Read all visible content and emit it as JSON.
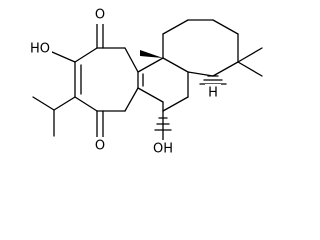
{
  "molecule": {
    "labels": {
      "o_hydroxyl_top": "HO",
      "o_carbonyl_top": "O",
      "o_carbonyl_bottom": "O",
      "o_hydroxyl_bottom": "OH",
      "h_stereo": "H"
    }
  }
}
